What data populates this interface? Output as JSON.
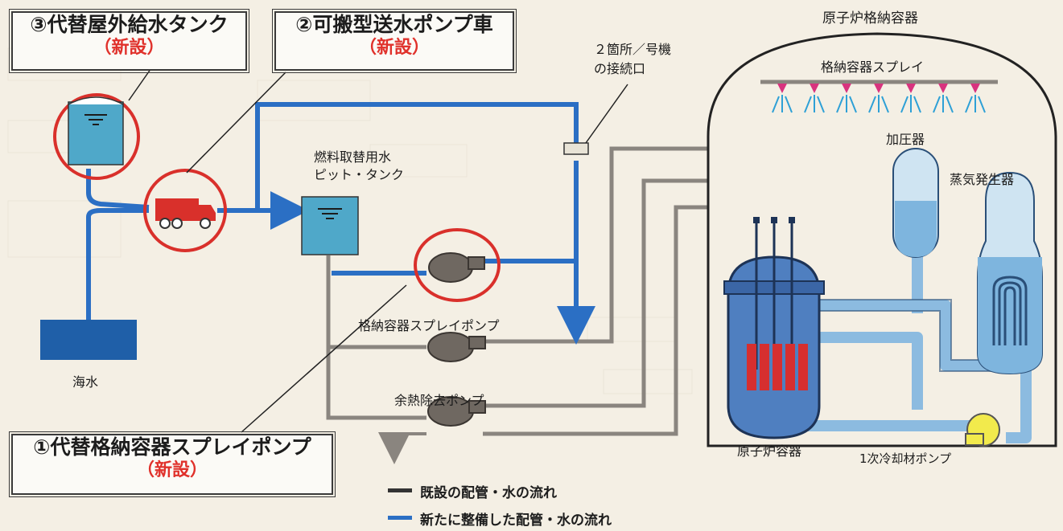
{
  "callouts": {
    "tank": {
      "title": "③代替屋外給水タンク",
      "note": "（新設）"
    },
    "truck": {
      "title": "②可搬型送水ポンプ車",
      "note": "（新設）"
    },
    "spray_pump": {
      "title": "①代替格納容器スプレイポンプ",
      "note": "（新設）"
    }
  },
  "labels": {
    "connection": "２箇所／号機\nの接続口",
    "fuel_pit": "燃料取替用水\nピット・タンク",
    "cv_spray_pump": "格納容器スプレイポンプ",
    "rhr_pump": "余熱除去ポンプ",
    "seawater": "海水",
    "containment": "原子炉格納容器",
    "cv_spray": "格納容器スプレイ",
    "pressurizer": "加圧器",
    "steam_generator": "蒸気発生器",
    "reactor_vessel": "原子炉容器",
    "rcp": "1次冷却材ポンプ"
  },
  "legend": [
    {
      "label": "既設の配管・水の流れ",
      "color": "#333333"
    },
    {
      "label": "新たに整備した配管・水の流れ",
      "color": "#2b6fc4"
    }
  ],
  "colors": {
    "new_pipe": "#2b6fc4",
    "existing_pipe": "#8a857f",
    "highlight": "#d9302b",
    "water": "#4fa8c9"
  }
}
